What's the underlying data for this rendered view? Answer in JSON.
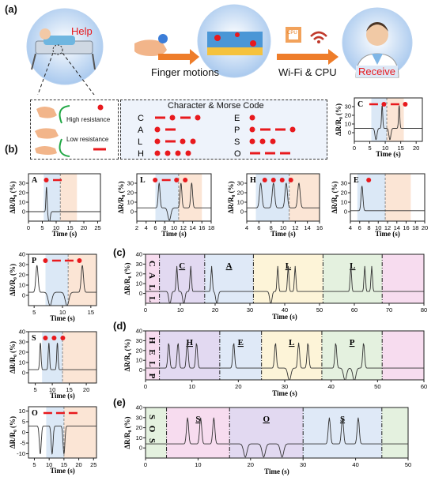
{
  "panels": {
    "a": "(a)",
    "b": "(b)",
    "c": "(c)",
    "d": "(d)",
    "e": "(e)"
  },
  "flow": {
    "help": "Help",
    "finger": "Finger motions",
    "wifi": "Wi-Fi & CPU",
    "receive": "Receive",
    "cpu": "CPU"
  },
  "legend_box": {
    "high": "High resistance",
    "low": "Low resistance"
  },
  "morse": {
    "title": "Character & Morse Code",
    "left": [
      {
        "ch": "C",
        "code": "-.-."
      },
      {
        "ch": "A",
        "code": ".-"
      },
      {
        "ch": "L",
        "code": ".-.."
      },
      {
        "ch": "H",
        "code": "...."
      }
    ],
    "right": [
      {
        "ch": "E",
        "code": "."
      },
      {
        "ch": "P",
        "code": ".--."
      },
      {
        "ch": "S",
        "code": "..."
      },
      {
        "ch": "O",
        "code": "---"
      }
    ]
  },
  "colors": {
    "dot": "#e8191d",
    "line": "#222222",
    "blue": "#dbe8f6",
    "orange": "#fbe5d5",
    "pink": "#f7dcef",
    "purple": "#e2d9f1",
    "lightblue": "#dfe9f7",
    "yellow": "#fdf4d8",
    "green": "#e4f1df"
  },
  "axis": {
    "y": "ΔR/R₀ (%)",
    "x": "Time (s)"
  },
  "words": {
    "call": "CALL",
    "help": "HELP",
    "sos": "SOS"
  },
  "chart_data": [
    {
      "id": "C",
      "type": "line",
      "title": "C",
      "code": "-.-.",
      "xlim": [
        0,
        22
      ],
      "xticks": [
        0,
        5,
        10,
        15,
        20
      ],
      "ylim": [
        -10,
        40
      ],
      "yticks": [
        0,
        10,
        20,
        30
      ],
      "peaks": [
        {
          "t": 9,
          "s": "dot"
        },
        {
          "t": 14.5,
          "s": "dot"
        }
      ],
      "dips": [
        {
          "t": 7,
          "w": 1.3
        },
        {
          "t": 11.5,
          "w": 1.3
        }
      ],
      "baseline": 5,
      "bands": [
        5.5,
        10.5,
        16
      ]
    },
    {
      "id": "A",
      "type": "line",
      "title": "A",
      "code": ".-",
      "xlim": [
        0,
        26
      ],
      "xticks": [
        0,
        5,
        10,
        15,
        20,
        25
      ],
      "ylim": [
        -10,
        40
      ],
      "yticks": [
        0,
        10,
        20,
        30
      ],
      "peaks": [
        {
          "t": 6.5,
          "s": "dot"
        }
      ],
      "dips": [
        {
          "t": 7.5,
          "w": 1.2
        }
      ],
      "baseline": 0,
      "bands": [
        5.5,
        11.5,
        17.5
      ]
    },
    {
      "id": "L",
      "type": "line",
      "title": "L",
      "code": ".-..",
      "xlim": [
        2,
        18
      ],
      "xticks": [
        2,
        4,
        6,
        8,
        10,
        12,
        14,
        16,
        18
      ],
      "ylim": [
        -10,
        40
      ],
      "yticks": [
        0,
        10,
        20,
        30
      ],
      "peaks": [
        {
          "t": 6.8,
          "s": "dot"
        },
        {
          "t": 11.5,
          "s": "dot"
        },
        {
          "t": 13.8,
          "s": "dot"
        }
      ],
      "dips": [
        {
          "t": 9,
          "w": 1
        }
      ],
      "baseline": 4,
      "bands": [
        6,
        11,
        16
      ]
    },
    {
      "id": "H",
      "type": "line",
      "title": "H",
      "code": "....",
      "xlim": [
        4,
        16
      ],
      "xticks": [
        4,
        6,
        8,
        10,
        12,
        14,
        16
      ],
      "ylim": [
        -10,
        40
      ],
      "yticks": [
        0,
        10,
        20,
        30
      ],
      "peaks": [
        {
          "t": 6.3,
          "s": "dot"
        },
        {
          "t": 8.4,
          "s": "dot"
        },
        {
          "t": 10.5,
          "s": "dot"
        },
        {
          "t": 12.6,
          "s": "dot"
        }
      ],
      "dips": [],
      "baseline": 4,
      "bands": [
        5.5,
        11,
        16
      ]
    },
    {
      "id": "E",
      "type": "line",
      "title": "E",
      "code": ".",
      "xlim": [
        4,
        20
      ],
      "xticks": [
        4,
        6,
        8,
        10,
        12,
        14,
        16,
        18,
        20
      ],
      "ylim": [
        -10,
        40
      ],
      "yticks": [
        0,
        10,
        20,
        30
      ],
      "peaks": [
        {
          "t": 6.5,
          "s": "dot"
        }
      ],
      "dips": [],
      "baseline": 1,
      "bands": [
        5.5,
        11.5,
        17
      ]
    },
    {
      "id": "P",
      "type": "line",
      "title": "P",
      "code": ".--.",
      "xlim": [
        4,
        16
      ],
      "xticks": [
        5,
        10,
        15
      ],
      "ylim": [
        -10,
        40
      ],
      "yticks": [
        0,
        10,
        20,
        30,
        40
      ],
      "peaks": [
        {
          "t": 5.5,
          "s": "dot"
        },
        {
          "t": 13.5,
          "s": "dot"
        }
      ],
      "dips": [
        {
          "t": 7.8,
          "w": 1.3
        },
        {
          "t": 10.8,
          "w": 1.3
        }
      ],
      "baseline": 3,
      "bands": [
        7,
        11,
        16
      ]
    },
    {
      "id": "S",
      "type": "line",
      "title": "S",
      "code": "...",
      "xlim": [
        3,
        23
      ],
      "xticks": [
        5,
        10,
        15,
        20
      ],
      "ylim": [
        -10,
        40
      ],
      "yticks": [
        0,
        10,
        20,
        30,
        40
      ],
      "peaks": [
        {
          "t": 6.5,
          "s": "dot"
        },
        {
          "t": 9,
          "s": "dot"
        },
        {
          "t": 11.5,
          "s": "dot"
        }
      ],
      "dips": [],
      "baseline": 3,
      "bands": [
        7,
        13,
        23
      ]
    },
    {
      "id": "O",
      "type": "line",
      "title": "O",
      "code": "---",
      "xlim": [
        3,
        26
      ],
      "xticks": [
        5,
        10,
        15,
        20,
        25
      ],
      "ylim": [
        -12,
        12
      ],
      "yticks": [
        -10,
        -5,
        0,
        5,
        10
      ],
      "peaks": [],
      "dips": [
        {
          "t": 7,
          "w": 1.3
        },
        {
          "t": 11,
          "w": 1.3
        },
        {
          "t": 15,
          "w": 1.3
        }
      ],
      "baseline": 3,
      "bands": [
        9,
        15,
        26
      ]
    },
    {
      "id": "CALL",
      "type": "line",
      "xlim": [
        0,
        80
      ],
      "xticks": [
        0,
        10,
        20,
        30,
        40,
        50,
        60,
        70,
        80
      ],
      "ylim": [
        -10,
        40
      ],
      "yticks": [
        0,
        10,
        20,
        30,
        40
      ],
      "words": [
        "C",
        "A",
        "L",
        "L"
      ],
      "dividers": [
        4,
        17,
        31,
        51,
        68
      ],
      "peaks": [
        9,
        13,
        19,
        38,
        41,
        43,
        59,
        63,
        65
      ],
      "dips": [
        7,
        11,
        20.5,
        36
      ],
      "baseline": 2
    },
    {
      "id": "HELP",
      "type": "line",
      "xlim": [
        0,
        60
      ],
      "xticks": [
        0,
        10,
        20,
        30,
        40,
        50,
        60
      ],
      "ylim": [
        -10,
        40
      ],
      "yticks": [
        0,
        10,
        20,
        30,
        40
      ],
      "words": [
        "H",
        "E",
        "L",
        "P"
      ],
      "dividers": [
        3,
        16,
        25,
        38,
        51
      ],
      "peaks": [
        5,
        7,
        9,
        11,
        19,
        28,
        33,
        35,
        41,
        47
      ],
      "dips": [
        31,
        43,
        45
      ],
      "baseline": 2
    },
    {
      "id": "SOS",
      "type": "line",
      "xlim": [
        0,
        50
      ],
      "xticks": [
        0,
        10,
        20,
        30,
        40,
        50
      ],
      "ylim": [
        -10,
        40
      ],
      "yticks": [
        0,
        10,
        20,
        30,
        40
      ],
      "words": [
        "S",
        "O",
        "S"
      ],
      "dividers": [
        4,
        16,
        30,
        45
      ],
      "peaks": [
        8,
        10.5,
        13,
        35,
        37.5,
        40.5
      ],
      "dips": [
        19,
        22.5,
        26
      ],
      "baseline": 4
    }
  ]
}
